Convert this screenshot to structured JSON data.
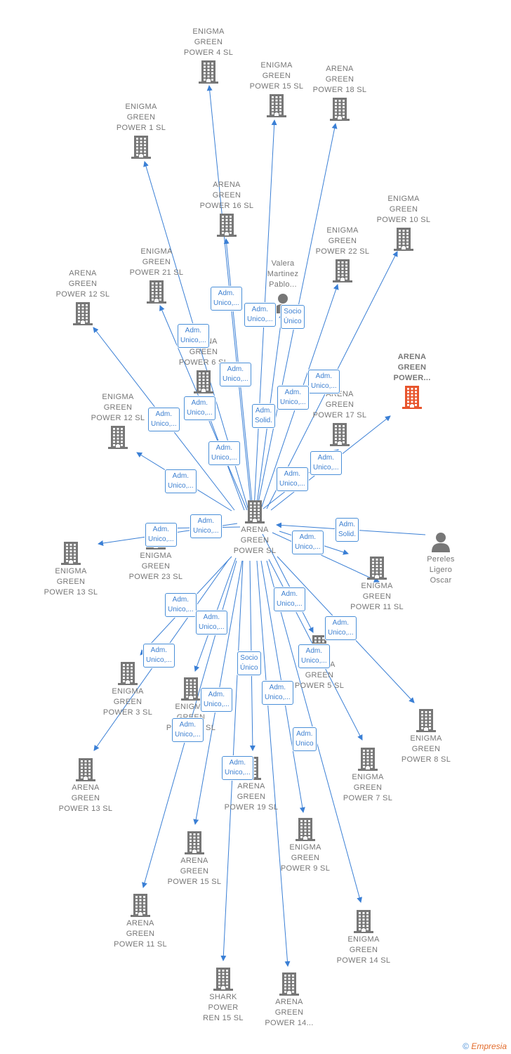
{
  "colors": {
    "edge": "#3a7fd5",
    "node": "#777777",
    "highlight": "#e8552d",
    "label_border": "#4a8fd8"
  },
  "center": {
    "lines": [
      "ARENA",
      "GREEN",
      "POWER  SL"
    ]
  },
  "nodes": [
    {
      "lines": [
        "ENIGMA",
        "GREEN",
        "POWER 4  SL"
      ],
      "icon": "building-icon"
    },
    {
      "lines": [
        "ENIGMA",
        "GREEN",
        "POWER 15  SL"
      ],
      "icon": "building-icon"
    },
    {
      "lines": [
        "ARENA",
        "GREEN",
        "POWER 18  SL"
      ],
      "icon": "building-icon"
    },
    {
      "lines": [
        "ENIGMA",
        "GREEN",
        "POWER 1  SL"
      ],
      "icon": "building-icon"
    },
    {
      "lines": [
        "ARENA",
        "GREEN",
        "POWER 16  SL"
      ],
      "icon": "building-icon"
    },
    {
      "lines": [
        "ENIGMA",
        "GREEN",
        "POWER 10  SL"
      ],
      "icon": "building-icon"
    },
    {
      "lines": [
        "ENIGMA",
        "GREEN",
        "POWER 22  SL"
      ],
      "icon": "building-icon"
    },
    {
      "lines": [
        "ENIGMA",
        "GREEN",
        "POWER 21  SL"
      ],
      "icon": "building-icon"
    },
    {
      "lines": [
        "ARENA",
        "GREEN",
        "POWER 12  SL"
      ],
      "icon": "building-icon"
    },
    {
      "lines": [
        "Valera",
        "Martinez",
        "Pablo..."
      ],
      "icon": "person-icon"
    },
    {
      "lines": [
        "ARENA",
        "GREEN",
        "POWER..."
      ],
      "icon": "building-icon",
      "highlight": true
    },
    {
      "lines": [
        "ARENA",
        "GREEN",
        "POWER 6  SL"
      ],
      "icon": "building-icon"
    },
    {
      "lines": [
        "ENIGMA",
        "GREEN",
        "POWER 12  SL"
      ],
      "icon": "building-icon"
    },
    {
      "lines": [
        "ARENA",
        "GREEN",
        "POWER 17  SL"
      ],
      "icon": "building-icon"
    },
    {
      "lines": [
        "ENIGMA",
        "GREEN",
        "POWER 13  SL"
      ],
      "icon": "building-icon"
    },
    {
      "lines": [
        "ENIGMA",
        "GREEN",
        "POWER 23  SL"
      ],
      "icon": "building-icon"
    },
    {
      "lines": [
        "Pereles",
        "Ligero",
        "Oscar"
      ],
      "icon": "person-icon"
    },
    {
      "lines": [
        "ENIGMA",
        "GREEN",
        "POWER 11  SL"
      ],
      "icon": "building-icon"
    },
    {
      "lines": [
        "ENIGMA",
        "GREEN",
        "POWER 5  SL"
      ],
      "icon": "building-icon"
    },
    {
      "lines": [
        "ENIGMA",
        "GREEN",
        "POWER 3  SL"
      ],
      "icon": "building-icon"
    },
    {
      "lines": [
        "ENIGMA",
        "GREEN",
        "POWER 2  SL"
      ],
      "icon": "building-icon"
    },
    {
      "lines": [
        "ENIGMA",
        "GREEN",
        "POWER 8  SL"
      ],
      "icon": "building-icon"
    },
    {
      "lines": [
        "ARENA",
        "GREEN",
        "POWER 13  SL"
      ],
      "icon": "building-icon"
    },
    {
      "lines": [
        "ENIGMA",
        "GREEN",
        "POWER 7  SL"
      ],
      "icon": "building-icon"
    },
    {
      "lines": [
        "ARENA",
        "GREEN",
        "POWER 19  SL"
      ],
      "icon": "building-icon"
    },
    {
      "lines": [
        "ENIGMA",
        "GREEN",
        "POWER 9  SL"
      ],
      "icon": "building-icon"
    },
    {
      "lines": [
        "ARENA",
        "GREEN",
        "POWER 15  SL"
      ],
      "icon": "building-icon"
    },
    {
      "lines": [
        "ARENA",
        "GREEN",
        "POWER 11  SL"
      ],
      "icon": "building-icon"
    },
    {
      "lines": [
        "ENIGMA",
        "GREEN",
        "POWER 14  SL"
      ],
      "icon": "building-icon"
    },
    {
      "lines": [
        "SHARK",
        "POWER",
        "REN 15  SL"
      ],
      "icon": "building-icon"
    },
    {
      "lines": [
        "ARENA",
        "GREEN",
        "POWER 14..."
      ],
      "icon": "building-icon"
    }
  ],
  "relations": [
    {
      "lines": [
        "Adm.",
        "Unico,..."
      ]
    },
    {
      "lines": [
        "Adm.",
        "Unico,..."
      ]
    },
    {
      "lines": [
        "Socio",
        "Único"
      ]
    },
    {
      "lines": [
        "Adm.",
        "Unico,..."
      ]
    },
    {
      "lines": [
        "Adm.",
        "Unico,..."
      ]
    },
    {
      "lines": [
        "Adm.",
        "Unico,..."
      ]
    },
    {
      "lines": [
        "Adm.",
        "Unico,..."
      ]
    },
    {
      "lines": [
        "Adm.",
        "Unico,..."
      ]
    },
    {
      "lines": [
        "Adm.",
        "Solid."
      ]
    },
    {
      "lines": [
        "Adm.",
        "Unico,..."
      ]
    },
    {
      "lines": [
        "Adm.",
        "Unico,..."
      ]
    },
    {
      "lines": [
        "Adm.",
        "Unico,..."
      ]
    },
    {
      "lines": [
        "Adm.",
        "Unico,..."
      ]
    },
    {
      "lines": [
        "Adm.",
        "Unico,..."
      ]
    },
    {
      "lines": [
        "Adm.",
        "Unico,..."
      ]
    },
    {
      "lines": [
        "Adm.",
        "Unico,..."
      ]
    },
    {
      "lines": [
        "Adm.",
        "Solid."
      ]
    },
    {
      "lines": [
        "Adm.",
        "Unico,..."
      ]
    },
    {
      "lines": [
        "Adm.",
        "Unico,..."
      ]
    },
    {
      "lines": [
        "Adm.",
        "Unico,..."
      ]
    },
    {
      "lines": [
        "Adm.",
        "Unico,..."
      ]
    },
    {
      "lines": [
        "Adm.",
        "Unico,..."
      ]
    },
    {
      "lines": [
        "Adm.",
        "Unico,..."
      ]
    },
    {
      "lines": [
        "Adm.",
        "Unico,..."
      ]
    },
    {
      "lines": [
        "Socio",
        "Único"
      ]
    },
    {
      "lines": [
        "Adm.",
        "Unico,..."
      ]
    },
    {
      "lines": [
        "Adm.",
        "Unico,..."
      ]
    },
    {
      "lines": [
        "Adm.",
        "Unico,..."
      ]
    },
    {
      "lines": [
        "Adm.",
        "Unico"
      ]
    },
    {
      "lines": [
        "Adm.",
        "Unico,..."
      ]
    }
  ],
  "footer": {
    "symbol": "©",
    "brand": "Empresia"
  }
}
